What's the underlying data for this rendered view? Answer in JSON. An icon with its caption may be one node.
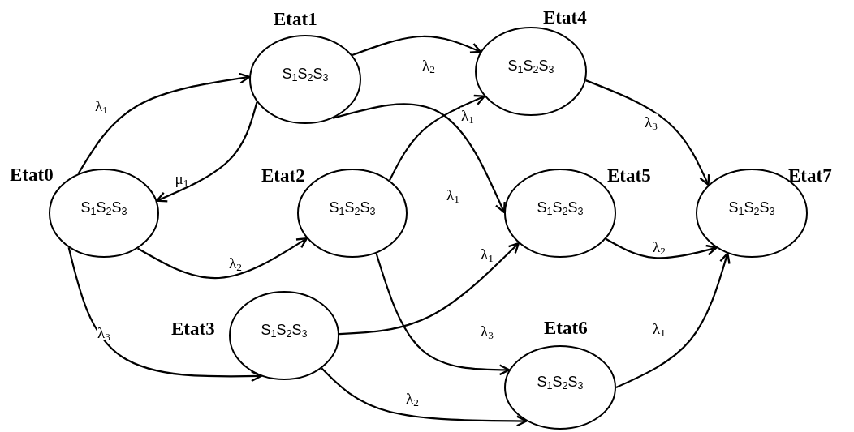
{
  "diagram": {
    "nodes": [
      {
        "text": [
          "Etat0",
          "S$_{1}$S$_{2}$S$_{3}$"
        ]
      },
      {
        "text": [
          "Etat1",
          "S$_{1}$S$_{2}$S$_{3}$"
        ]
      },
      {
        "text": [
          "Etat2",
          "S$_{1}$S$_{2}$S$_{3}$"
        ]
      },
      {
        "text": [
          "Etat3",
          "S$_{1}$S$_{2}$S$_{3}$"
        ]
      },
      {
        "text": [
          "Etat4",
          "S$_{1}$S$_{2}$S$_{3}$"
        ]
      },
      {
        "text": [
          "Etat5",
          "S$_{1}$S$_{2}$S$_{3}$"
        ]
      },
      {
        "text": [
          "Etat6",
          "S$_{1}$S$_{2}$S$_{3}$"
        ]
      },
      {
        "text": [
          "Etat7",
          "S$_{1}$S$_{2}$S$_{3}$"
        ]
      }
    ],
    "edges": [
      {
        "from": 0,
        "to": 1,
        "arrow": "to",
        "label": "λ$_{1}$"
      },
      {
        "from": 1,
        "to": 0,
        "arrow": "to",
        "label": "μ$_{1}$"
      },
      {
        "from": 0,
        "to": 2,
        "arrow": "to",
        "label": "λ$_{2}$"
      },
      {
        "from": 0,
        "to": 3,
        "arrow": "to",
        "label": "λ$_{3}$"
      },
      {
        "from": 1,
        "to": 4,
        "arrow": "to",
        "label": "λ$_{2}$"
      },
      {
        "from": 1,
        "to": 5,
        "arrow": "to",
        "label": "λ$_{1}$"
      },
      {
        "from": 2,
        "to": 4,
        "arrow": "to",
        "label": "λ$_{1}$"
      },
      {
        "from": 2,
        "to": 6,
        "arrow": "to",
        "label": "λ$_{3}$"
      },
      {
        "from": 3,
        "to": 5,
        "arrow": "to",
        "label": "λ$_{1}$"
      },
      {
        "from": 3,
        "to": 6,
        "arrow": "to",
        "label": "λ$_{2}$"
      },
      {
        "from": 4,
        "to": 7,
        "arrow": "to",
        "label": "λ$_{3}$"
      },
      {
        "from": 5,
        "to": 7,
        "arrow": "to",
        "label": "λ$_{2}$"
      },
      {
        "from": 6,
        "to": 7,
        "arrow": "to",
        "label": "λ$_{1}$"
      }
    ]
  }
}
